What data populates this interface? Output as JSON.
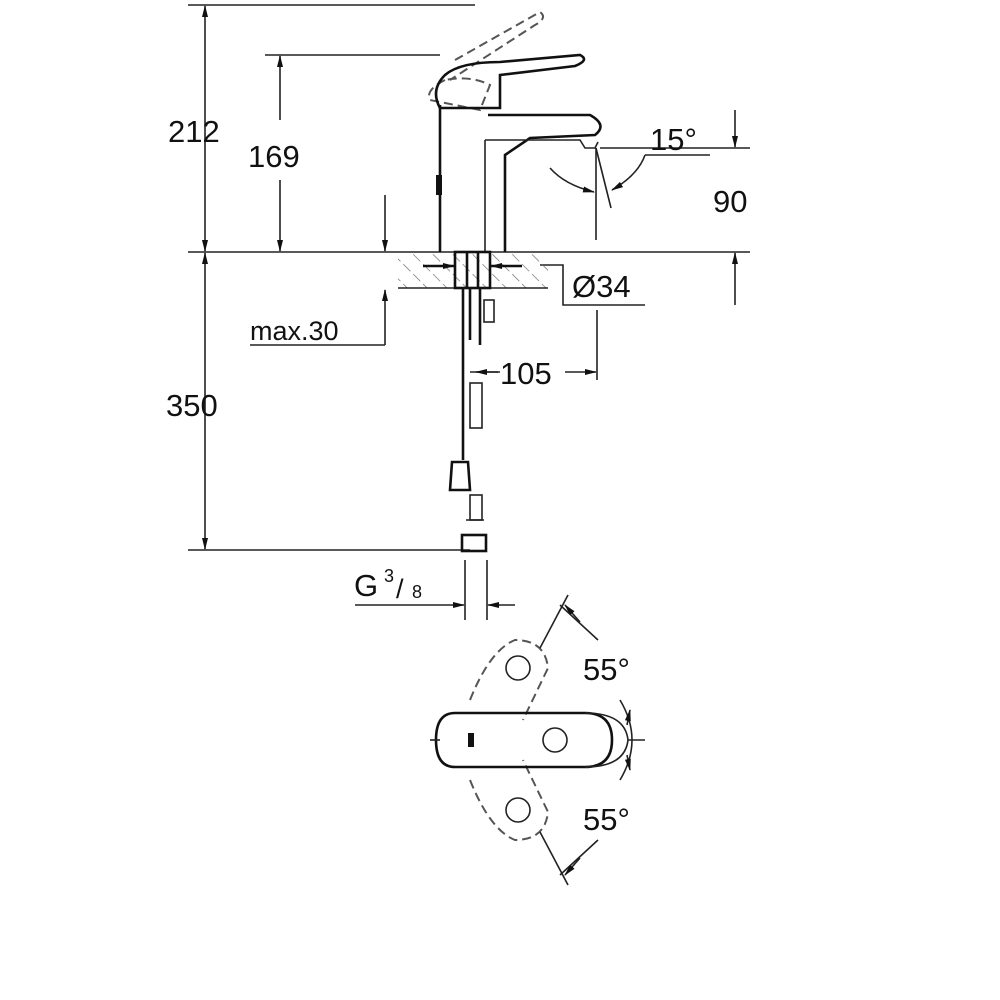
{
  "drawing": {
    "dimensions": {
      "total_height": "212",
      "spout_height": "169",
      "spout_clearance": "90",
      "spout_angle": "15°",
      "deck_hole": "Ø34",
      "max_deck_thickness": "max.30",
      "hose_length": "350",
      "projection": "105",
      "connection_main": "G",
      "connection_num": "3",
      "connection_den": "8",
      "lever_angle_upper": "55°",
      "lever_angle_lower": "55°"
    }
  }
}
